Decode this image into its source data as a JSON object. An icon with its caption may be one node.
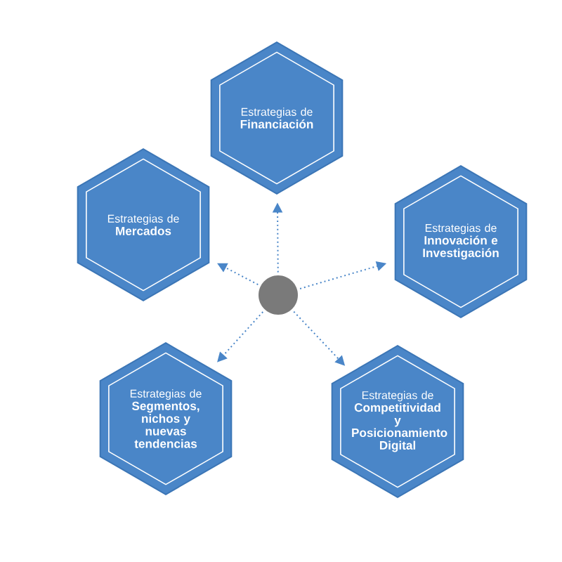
{
  "diagram": {
    "nodes": [
      {
        "text": [],
        "shape": "circle"
      },
      {
        "text": [
          "Estrategias de",
          "Financiación"
        ]
      },
      {
        "text": [
          "Estrategias de",
          "Mercados"
        ]
      },
      {
        "text": [
          "Estrategias de",
          "Innovación e Investigación"
        ]
      },
      {
        "text": [
          "Estrategias de",
          "Segmentos, nichos y nuevas tendencias"
        ]
      },
      {
        "text": [
          "Estrategias de",
          "Competitividad y Posicionamiento Digital"
        ]
      }
    ],
    "edges": [
      {
        "from": 0,
        "to": 1,
        "arrow": "to",
        "style": "dashed"
      },
      {
        "from": 0,
        "to": 2,
        "arrow": "to",
        "style": "dashed"
      },
      {
        "from": 0,
        "to": 3,
        "arrow": "to",
        "style": "dashed"
      },
      {
        "from": 0,
        "to": 4,
        "arrow": "to",
        "style": "dashed"
      },
      {
        "from": 0,
        "to": 5,
        "arrow": "to",
        "style": "dashed"
      }
    ]
  }
}
